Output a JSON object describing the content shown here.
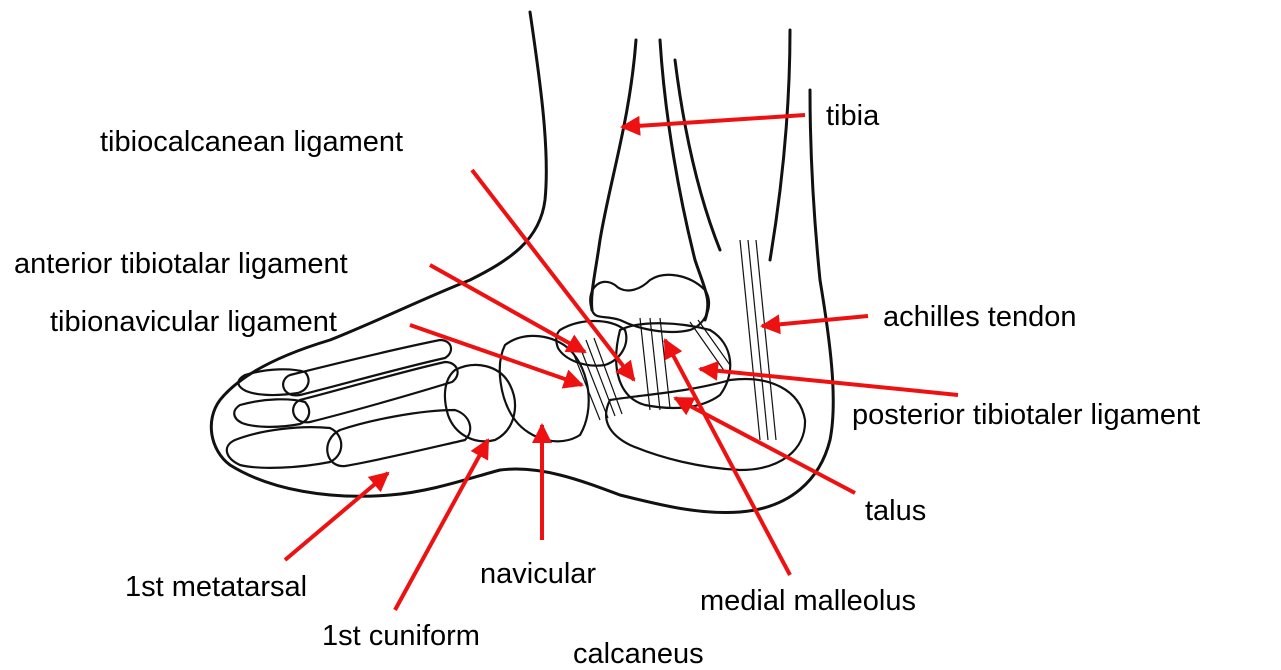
{
  "colors": {
    "arrow": "#ee1111",
    "ink": "#111111",
    "background": "#ffffff"
  },
  "labels": {
    "tibia": "tibia",
    "tibiocalcanean": "tibiocalcanean ligament",
    "anterior_tibiotalar": "anterior tibiotalar ligament",
    "tibionavicular": "tibionavicular ligament",
    "achilles": "achilles tendon",
    "posterior_tibiotaler": "posterior tibiotaler ligament",
    "talus": "talus",
    "navicular": "navicular",
    "first_metatarsal": "1st metatarsal",
    "first_cuniform": "1st cuniform",
    "medial_malleolus": "medial malleolus",
    "calcaneus": "calcaneus"
  }
}
